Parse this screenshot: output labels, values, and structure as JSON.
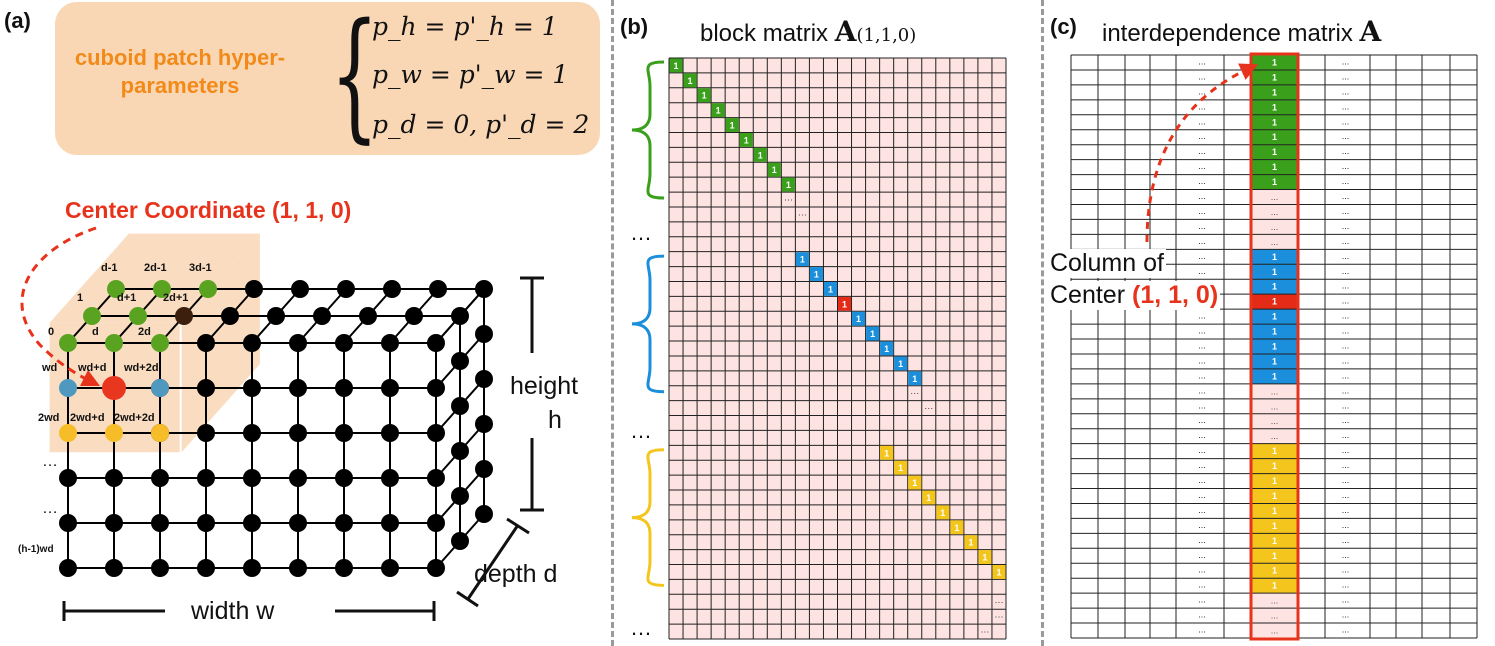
{
  "panel_a": {
    "label": "(a)",
    "hyper_title": "cuboid patch hyper-parameters",
    "equations": [
      "p_h = p'_h = 1",
      "p_w = p'_w = 1",
      "p_d = 0, p'_d = 2"
    ],
    "center_label": "Center Coordinate (1, 1, 0)",
    "node_labels": {
      "d_minus_1": "d-1",
      "two_d_minus_1": "2d-1",
      "three_d_minus_1": "3d-1",
      "one": "1",
      "d_plus_1": "d+1",
      "two_d_plus_1": "2d+1",
      "zero": "0",
      "d": "d",
      "two_d": "2d",
      "wd": "wd",
      "wd_plus_d": "wd+d",
      "wd_plus_2d": "wd+2d",
      "two_wd": "2wd",
      "two_wd_plus_d": "2wd+d",
      "two_wd_plus_2d": "2wd+2d",
      "ellipsis": "…",
      "h_minus_1_wd": "(h-1)wd"
    },
    "height_label": "height",
    "height_symbol": "h",
    "width_label": "width w",
    "depth_label": "depth d",
    "colors": {
      "green": "#5aa321",
      "blue": "#4f98c0",
      "red": "#e8361f",
      "yellow": "#f6bd29",
      "brown": "#3d1f0d",
      "black": "#000000",
      "orange_box": "#f9d7b5"
    }
  },
  "panel_b": {
    "label": "(b)",
    "title": "block matrix",
    "symbol": "A",
    "subscript": "(1,1,0)",
    "cell_value": "1",
    "row_ellipsis": "…",
    "cell_ellipsis": "···",
    "colors": {
      "bg": "#fde3e1",
      "green": "#3aa01c",
      "blue": "#1b8fdb",
      "red": "#e32b17",
      "yellow": "#f4c61d",
      "brace_green": "#3aa01c",
      "brace_blue": "#1b8fdb",
      "brace_yellow": "#f4c61d"
    }
  },
  "panel_c": {
    "label": "(c)",
    "title": "interdependence matrix",
    "symbol": "A",
    "cell_value": "1",
    "cell_ellipsis": "...",
    "column_label_line1": "Column of",
    "column_label_line2": "Center",
    "column_center": "(1, 1, 0)",
    "colors": {
      "green": "#3aa01c",
      "blue": "#1b8fdb",
      "red": "#e32b17",
      "yellow": "#f4c61d",
      "pink": "#fde3e1",
      "highlight": "#e8331c"
    }
  }
}
